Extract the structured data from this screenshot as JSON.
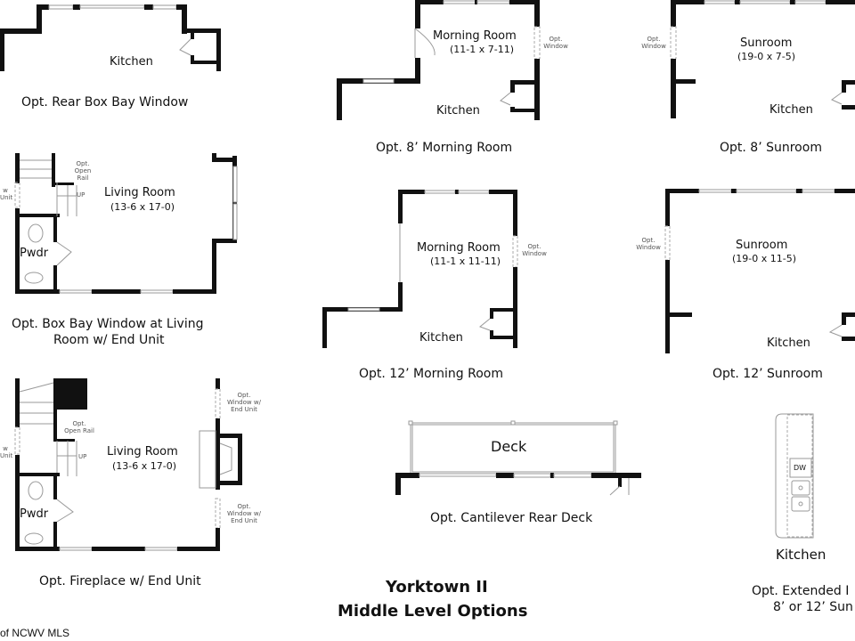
{
  "plans": {
    "rear_box_bay": {
      "room": "Kitchen",
      "caption": "Opt. Rear Box Bay Window"
    },
    "morning_8": {
      "room": "Morning Room",
      "dims": "(11-1 x 7-11)",
      "kitchen": "Kitchen",
      "opt_window": "Opt. Window",
      "caption": "Opt. 8’ Morning Room"
    },
    "sunroom_8": {
      "room": "Sunroom",
      "dims": "(19-0 x 7-5)",
      "kitchen": "Kitchen",
      "opt_window": "Opt. Window",
      "caption": "Opt. 8’ Sunroom"
    },
    "box_bay_living": {
      "room": "Living Room",
      "dims": "(13-6 x 17-0)",
      "pwdr": "Pwdr",
      "up": "UP",
      "open_rail": "Opt. Open Rail",
      "side_window": "w Unit",
      "caption_line1": "Opt. Box Bay Window at Living",
      "caption_line2": "Room w/ End Unit"
    },
    "morning_12": {
      "room": "Morning Room",
      "dims": "(11-1 x 11-11)",
      "kitchen": "Kitchen",
      "opt_window": "Opt. Window",
      "caption": "Opt. 12’ Morning Room"
    },
    "sunroom_12": {
      "room": "Sunroom",
      "dims": "(19-0 x 11-5)",
      "kitchen": "Kitchen",
      "opt_window": "Opt. Window",
      "caption": "Opt. 12’ Sunroom"
    },
    "fireplace": {
      "room": "Living Room",
      "dims": "(13-6 x 17-0)",
      "pwdr": "Pwdr",
      "up": "UP",
      "open_rail": "Opt. Open Rail",
      "side_window": "w Unit",
      "opt_window_end": "Opt. Window w/ End Unit",
      "caption": "Opt. Fireplace w/ End Unit"
    },
    "deck": {
      "room": "Deck",
      "caption": "Opt. Cantilever Rear Deck"
    },
    "extended_kitchen": {
      "dw": "DW",
      "room": "Kitchen",
      "caption_line1": "Opt. Extended I",
      "caption_line2": "8’ or 12’ Sun"
    }
  },
  "title": {
    "line1": "Yorktown II",
    "line2": "Middle Level Options"
  },
  "watermark": "of NCWV MLS"
}
